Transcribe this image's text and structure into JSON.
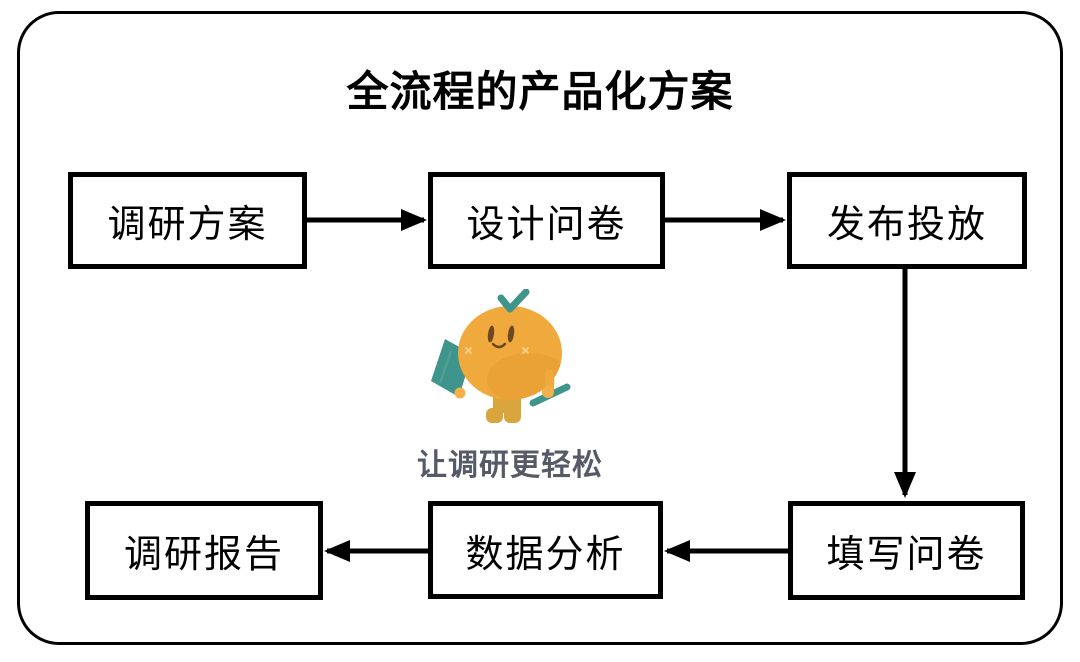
{
  "diagram": {
    "title": "全流程的产品化方案",
    "nodes": [
      {
        "id": "research-plan",
        "label": "调研方案"
      },
      {
        "id": "design-questionnaire",
        "label": "设计问卷"
      },
      {
        "id": "publish-launch",
        "label": "发布投放"
      },
      {
        "id": "fill-questionnaire",
        "label": "填写问卷"
      },
      {
        "id": "data-analysis",
        "label": "数据分析"
      },
      {
        "id": "research-report",
        "label": "调研报告"
      }
    ],
    "edges": [
      {
        "from": "research-plan",
        "to": "design-questionnaire"
      },
      {
        "from": "design-questionnaire",
        "to": "publish-launch"
      },
      {
        "from": "publish-launch",
        "to": "fill-questionnaire"
      },
      {
        "from": "fill-questionnaire",
        "to": "data-analysis"
      },
      {
        "from": "data-analysis",
        "to": "research-report"
      }
    ],
    "mascot": {
      "name": "orange-survey-mascot",
      "tagline": "让调研更轻松"
    }
  },
  "colors": {
    "line": "#000000",
    "box_border": "#000000",
    "title_text": "#000000",
    "tagline_text": "#555B66",
    "mascot_body": "#F0A93C",
    "mascot_body_shade": "#E3972D",
    "mascot_accent": "#3F948B",
    "mascot_accent_light": "#5CA89E",
    "mascot_boots": "#D9A63E",
    "mascot_face": "#6B4722",
    "mascot_hand": "#F4B04A",
    "mascot_sparkle": "#F6CF7E"
  }
}
